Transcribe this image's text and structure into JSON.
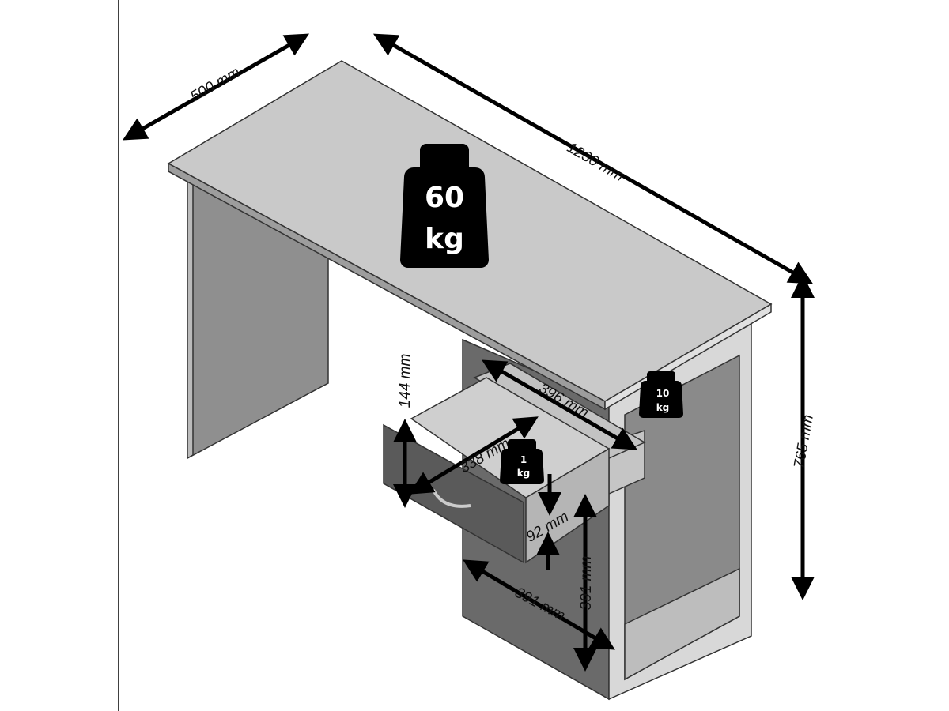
{
  "dimensions": {
    "depth": "500 mm",
    "width": "1230 mm",
    "height": "765 mm",
    "drawer_height": "144 mm",
    "shelf_width": "396 mm",
    "drawer_depth": "338 mm",
    "drawer_inner_height": "92 mm",
    "compartment_width": "391 mm",
    "compartment_height": "391 mm"
  },
  "load_capacity": {
    "desktop": {
      "value": "60",
      "unit": "kg"
    },
    "shelf": {
      "value": "10",
      "unit": "kg"
    },
    "drawer": {
      "value": "1",
      "unit": "kg"
    }
  },
  "colors": {
    "panel": "#8f8f8f",
    "top": "#c9c9c9",
    "dark": "#5a5a5a",
    "weight": "#000000"
  }
}
